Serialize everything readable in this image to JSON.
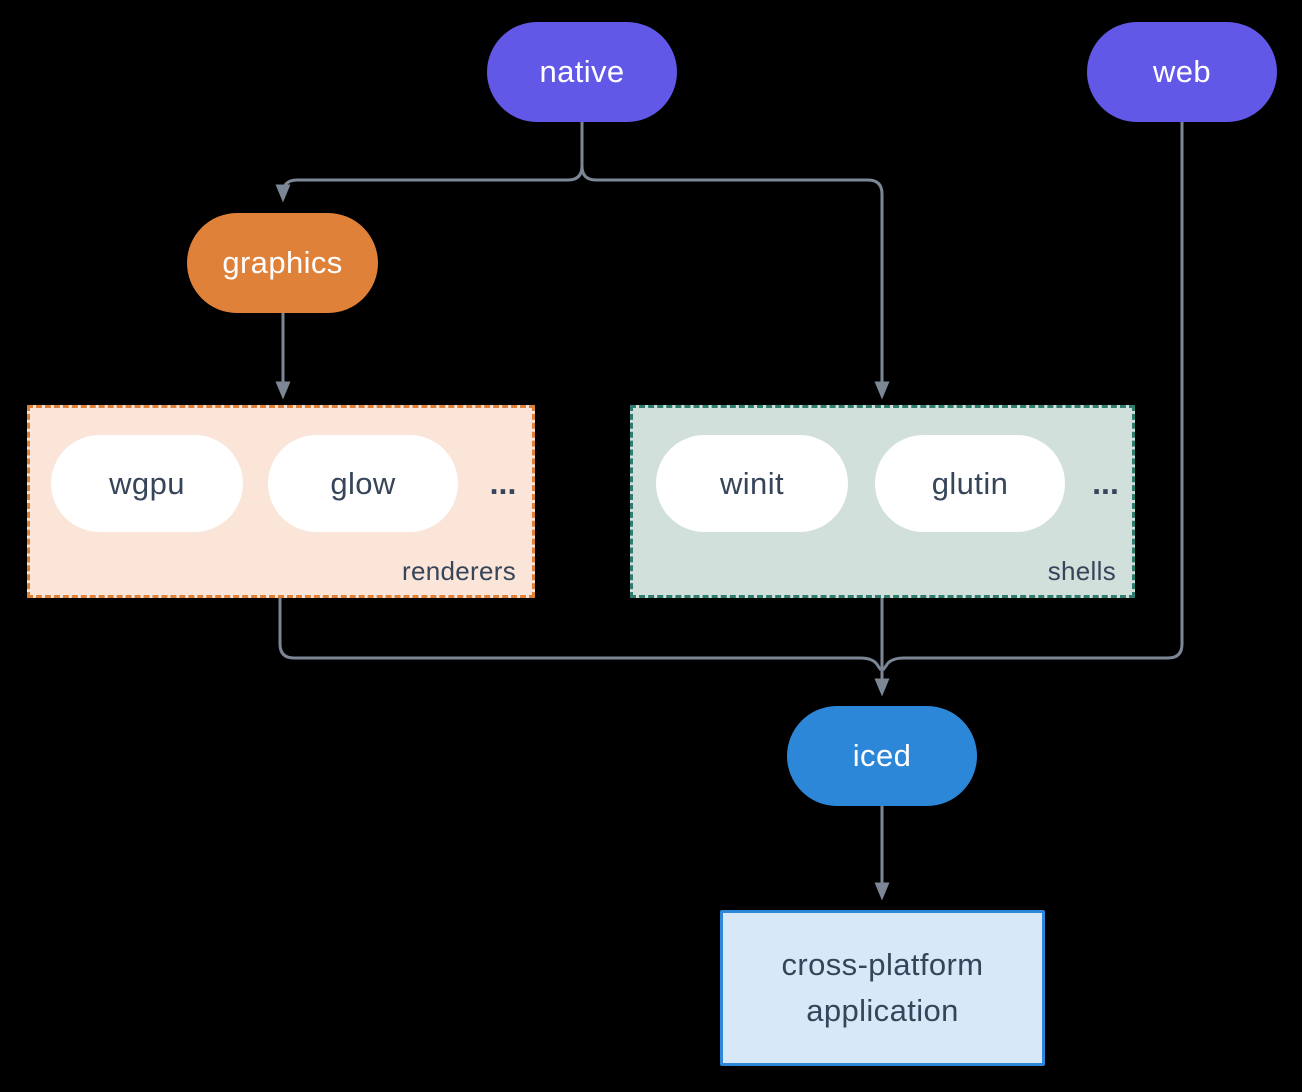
{
  "diagram": {
    "nodes": {
      "native": {
        "label": "native"
      },
      "web": {
        "label": "web"
      },
      "graphics": {
        "label": "graphics"
      },
      "iced": {
        "label": "iced"
      },
      "application": {
        "lines": [
          "cross-platform",
          "application"
        ]
      }
    },
    "groups": {
      "renderers": {
        "label": "renderers",
        "items": [
          "wgpu",
          "glow"
        ],
        "ellipsis": "..."
      },
      "shells": {
        "label": "shells",
        "items": [
          "winit",
          "glutin"
        ],
        "ellipsis": "..."
      }
    },
    "colors": {
      "background": "#000000",
      "connector": "#7b8795",
      "native_web_fill": "#6258e8",
      "graphics_fill": "#e0813a",
      "iced_fill": "#2d87d8",
      "renderers_fill": "#fae5d8",
      "renderers_border": "#e0813a",
      "shells_fill": "#d2e0db",
      "shells_border": "#2e7d6e",
      "application_fill": "#d7e8f9",
      "application_border": "#2f87da",
      "node_text_light": "#ffffff",
      "node_text_dark": "#36455a"
    }
  }
}
